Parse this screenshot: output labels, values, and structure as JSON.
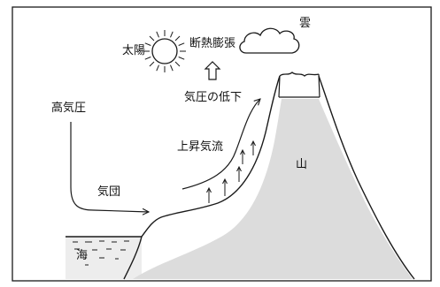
{
  "labels": {
    "sun": "太陽",
    "adiabatic_expansion": "断熱膨張",
    "cloud": "雲",
    "pressure_drop": "気圧の低下",
    "high_pressure": "高気圧",
    "updraft": "上昇気流",
    "air_mass": "気団",
    "mountain": "山",
    "sea": "海"
  },
  "colors": {
    "line": "#1a1a1a",
    "mountain_shade": "#dcdcdc",
    "sea_shade": "#ededed",
    "background": "#ffffff"
  }
}
